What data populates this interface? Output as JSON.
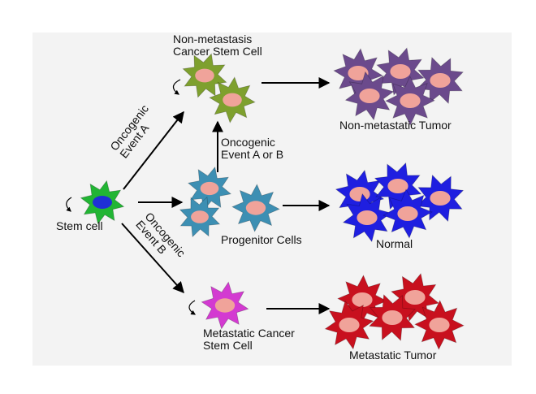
{
  "diagram": {
    "stem_cell_label": "Stem cell",
    "progenitor_label": "Progenitor Cells",
    "normal_label": "Normal",
    "non_metastasis_csc_label": [
      "Non-metastasis",
      "Cancer Stem Cell"
    ],
    "non_metastatic_tumor_label": "Non-metastatic Tumor",
    "metastatic_csc_label": [
      "Metastatic Cancer",
      "Stem Cell"
    ],
    "metastatic_tumor_label": "Metastatic Tumor",
    "event_a_label": [
      "Oncogenic",
      "Event A"
    ],
    "event_b_label": [
      "Oncogenic",
      "Event B"
    ],
    "event_a_or_b_label": [
      "Oncogenic",
      "Event A or B"
    ]
  },
  "colors": {
    "stem_cell": "#22b534",
    "stem_nucleus": "#1f2fd6",
    "progenitor": "#3d8fb3",
    "non_metastasis_csc": "#7ea02e",
    "non_metastatic_tumor": "#6b4a8c",
    "normal": "#1f1fe0",
    "metastatic_csc": "#d33ad1",
    "metastatic_tumor": "#c8101e",
    "nucleus": "#f0a39a",
    "panel_background": "#f3f3f3"
  }
}
